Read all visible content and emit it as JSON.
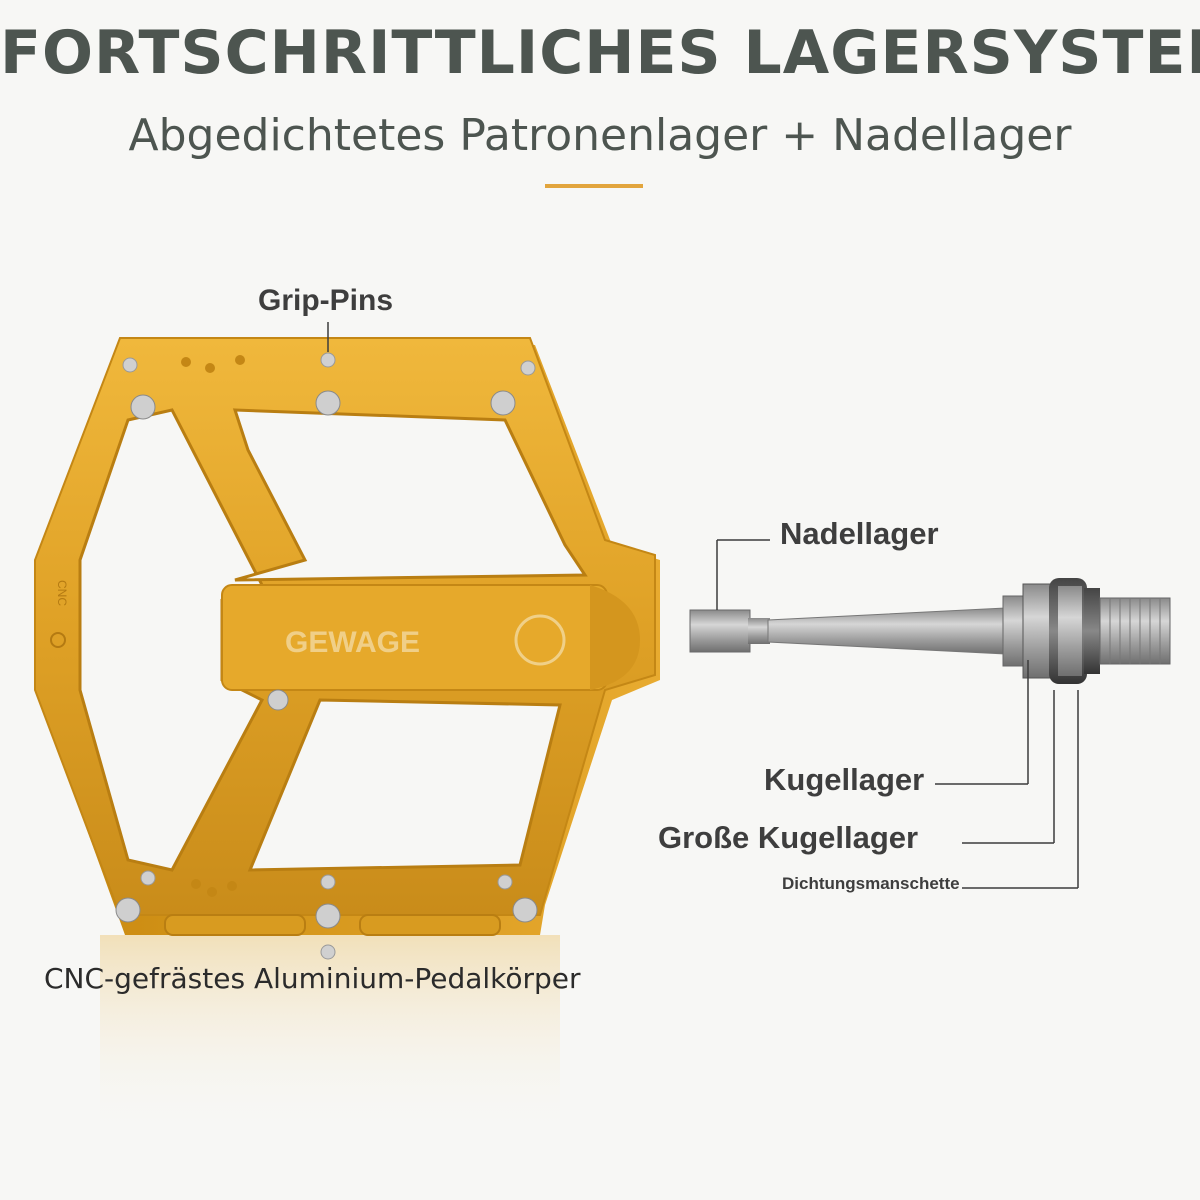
{
  "header": {
    "title": "FORTSCHRITTLICHES LAGERSYSTEM",
    "subtitle": "Abgedichtetes Patronenlager + Nadellager"
  },
  "labels": {
    "grip_pins": "Grip-Pins",
    "nadellager": "Nadellager",
    "kugellager": "Kugellager",
    "grosse_kugellager": "Große Kugellager",
    "dichtungsmanschette": "Dichtungsmanschette",
    "pedal_body": "CNC-gefrästes Aluminium-Pedalkörper"
  },
  "pedal": {
    "brand": "GEWAGE",
    "side_mark": "CNC"
  },
  "colors": {
    "heading": "#4d5550",
    "accent": "#e2a53d",
    "pedal_gold": "#e0a42a",
    "axle_steel": "#a6a6a6"
  }
}
